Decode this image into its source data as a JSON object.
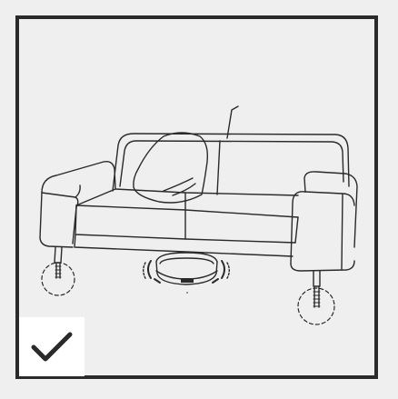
{
  "figure": {
    "subject": "sofa-with-robot-vacuum",
    "icons": {
      "frame": "frame-border",
      "sofa": "sofa-icon",
      "robot": "robot-vacuum-icon",
      "leg_left": "adjustable-leg-icon",
      "leg_right": "adjustable-leg-icon",
      "approval": "checkmark-icon"
    },
    "status": "approved",
    "colors": {
      "background": "#efefef",
      "line": "#2a2a2a",
      "badge_background": "#ffffff",
      "check": "#2a2a2a"
    }
  }
}
